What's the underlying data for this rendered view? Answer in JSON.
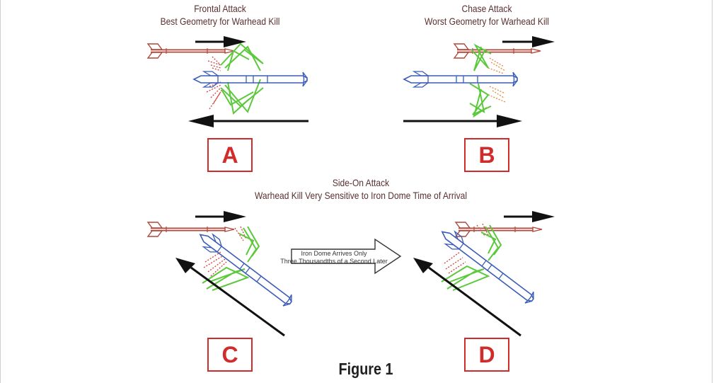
{
  "panels": {
    "A": {
      "title": "Frontal Attack",
      "subtitle": "Best Geometry for Warhead Kill",
      "letter": "A"
    },
    "B": {
      "title": "Chase Attack",
      "subtitle": "Worst Geometry for Warhead Kill",
      "letter": "B"
    },
    "C": {
      "letter": "C"
    },
    "D": {
      "letter": "D"
    }
  },
  "side_on": {
    "title": "Side-On Attack",
    "subtitle": "Warhead Kill Very Sensitive to Iron Dome Time of Arrival"
  },
  "transition_arrow": {
    "line1": "Iron Dome Arrives Only",
    "line2": "Three Thousandths of a Second Later"
  },
  "figure_label": "Figure 1",
  "colors": {
    "rocket": "#b0473a",
    "interceptor": "#3a5cb8",
    "fragments_green": "#5cc83c",
    "fragments_red": "#d04040",
    "fragments_orange": "#e08a3a",
    "label_box": "#d02c2c",
    "motion_arrow": "#111111"
  }
}
